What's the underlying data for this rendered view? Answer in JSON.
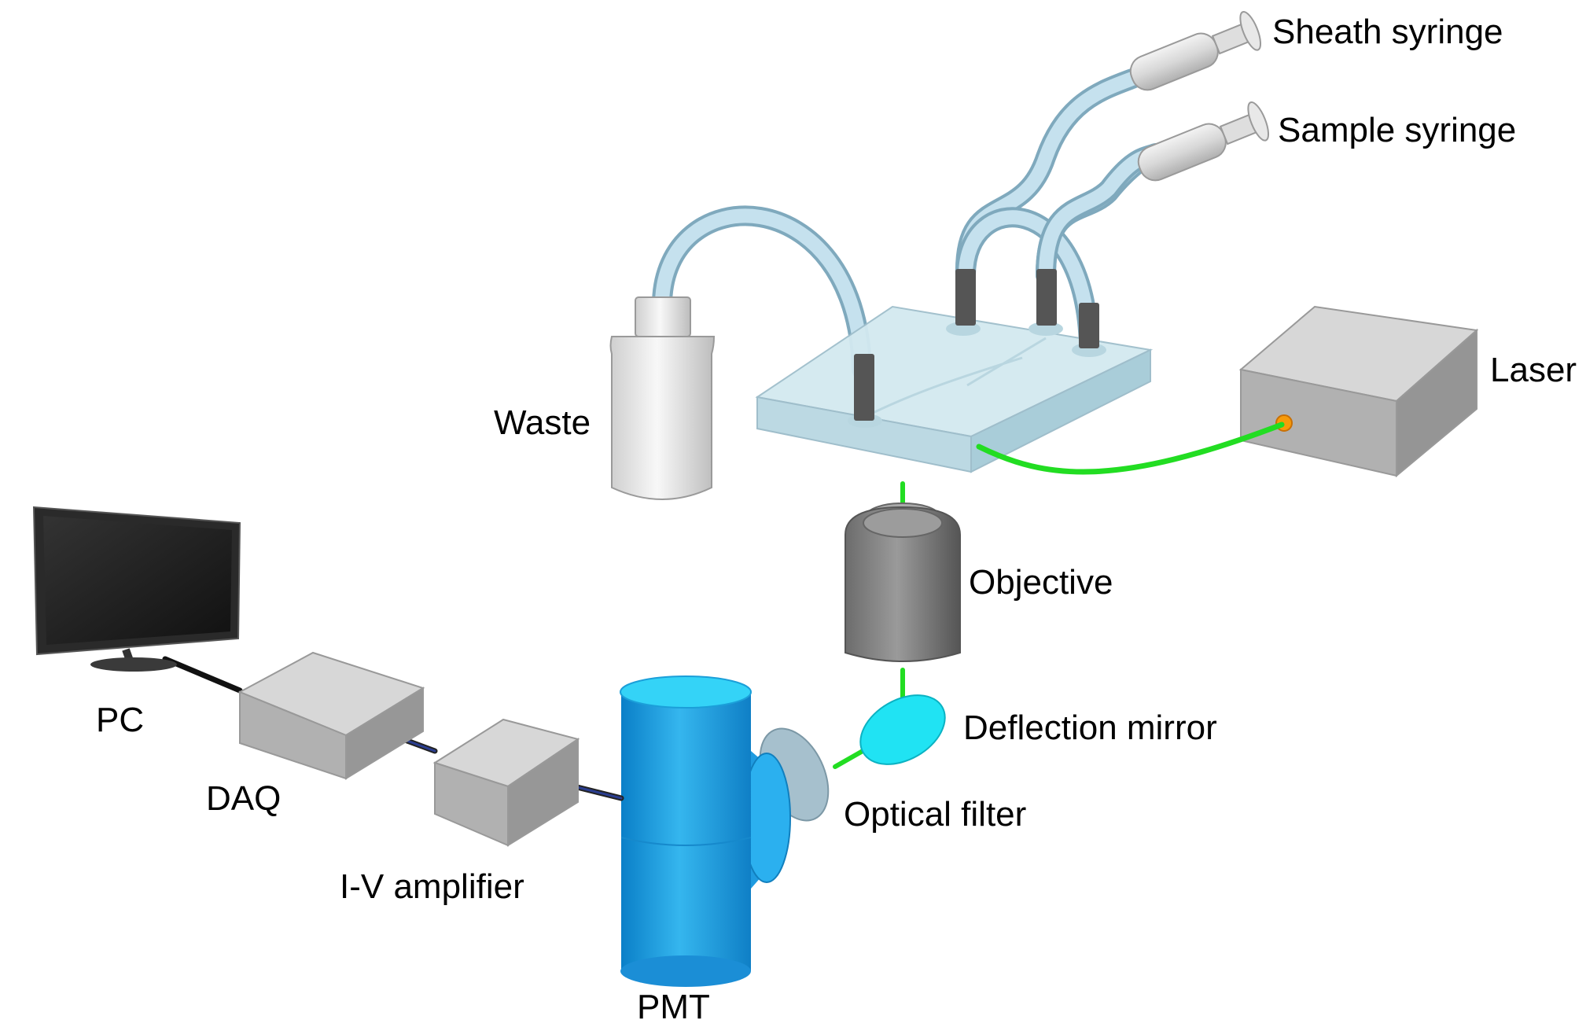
{
  "labels": {
    "sheath_syringe": "Sheath syringe",
    "sample_syringe": "Sample syringe",
    "laser": "Laser",
    "waste": "Waste",
    "objective": "Objective",
    "deflection_mirror": "Deflection mirror",
    "optical_filter": "Optical filter",
    "pmt": "PMT",
    "iv_amplifier": "I-V amplifier",
    "daq": "DAQ",
    "pc": "PC"
  },
  "colors": {
    "laser_beam": "#22dd22",
    "tubing": "#b7d6e6",
    "chip": "#cde6ee",
    "pmt_body": "#1fa3e0",
    "mirror": "#20e3f3",
    "box_gray": "#a9a9a9",
    "objective": "#8a8a8a"
  }
}
